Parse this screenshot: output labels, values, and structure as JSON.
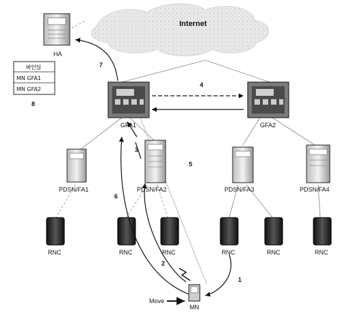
{
  "diagram": {
    "cloud_label": "Internet",
    "ha": {
      "label": "HA"
    },
    "binding_table": {
      "header": "바인딩",
      "rows": [
        "MN  GFA1",
        "MN  GFA2"
      ],
      "step": "8"
    },
    "gfa": [
      {
        "label": "GFA1"
      },
      {
        "label": "GFA2"
      }
    ],
    "pdsn": [
      {
        "label": "PDSN/FA1"
      },
      {
        "label": "PDSN/FA2"
      },
      {
        "label": "PDSN/FA3"
      },
      {
        "label": "PDSN/FA4"
      }
    ],
    "rnc": [
      {
        "label": "RNC"
      },
      {
        "label": "RNC"
      },
      {
        "label": "RNC"
      },
      {
        "label": "RNC"
      },
      {
        "label": "RNC"
      },
      {
        "label": "RNC"
      }
    ],
    "mn": {
      "label": "MN"
    },
    "move_label": "Move",
    "steps": [
      "1",
      "2",
      "3",
      "4",
      "5",
      "6",
      "7"
    ]
  }
}
